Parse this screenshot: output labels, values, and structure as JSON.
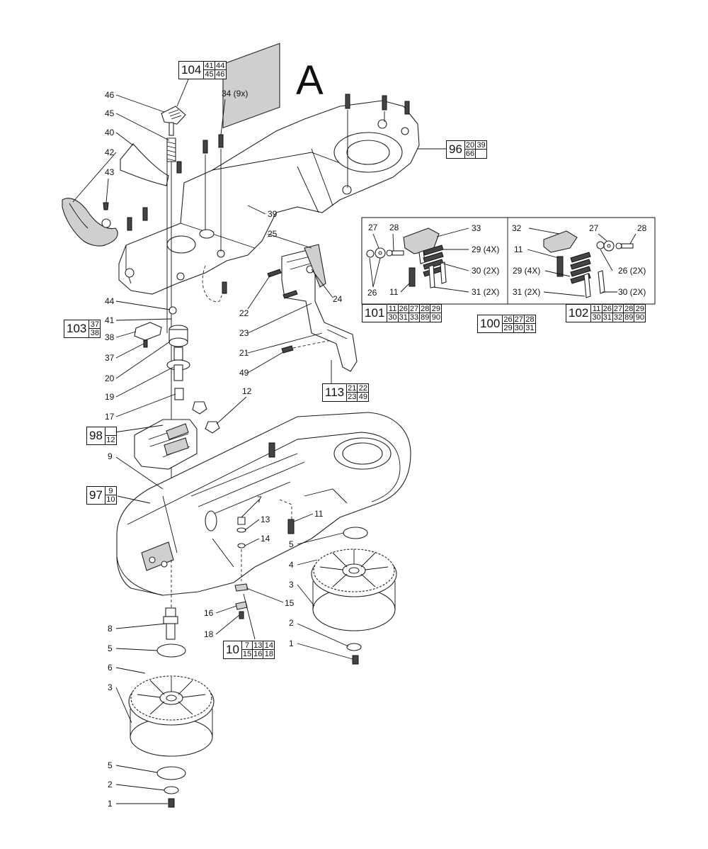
{
  "title": "A",
  "callouts": {
    "c1a": "1",
    "c1b": "1",
    "c2a": "2",
    "c2b": "2",
    "c3a": "3",
    "c3b": "3",
    "c4": "4",
    "c5a": "5",
    "c5b": "5",
    "c5c": "5",
    "c6": "6",
    "c7": "7",
    "c8": "8",
    "c9": "9",
    "c11a": "11",
    "c11b": "11",
    "c11c": "11",
    "c12": "12",
    "c13": "13",
    "c14": "14",
    "c15": "15",
    "c16": "16",
    "c17": "17",
    "c18": "18",
    "c19": "19",
    "c20": "20",
    "c21": "21",
    "c22": "22",
    "c23": "23",
    "c24": "24",
    "c25": "25",
    "c26a": "26",
    "c26b": "26 (2X)",
    "c27a": "27",
    "c27b": "27",
    "c28a": "28",
    "c28b": "28",
    "c29a": "29 (4X)",
    "c29b": "29 (4X)",
    "c30a": "30 (2X)",
    "c30b": "30 (2X)",
    "c31a": "31 (2X)",
    "c31b": "31 (2X)",
    "c32": "32",
    "c33": "33",
    "c34": "34 (9x)",
    "c37": "37",
    "c38": "38",
    "c39": "39",
    "c40": "40",
    "c41": "41",
    "c42": "42",
    "c43": "43",
    "c44": "44",
    "c45": "45",
    "c46": "46",
    "c49": "49"
  },
  "kits": {
    "k104": {
      "main": "104",
      "cells": [
        "41",
        "44",
        "45",
        "46"
      ]
    },
    "k96": {
      "main": "96",
      "cells": [
        "20",
        "39",
        "66",
        ""
      ]
    },
    "k103": {
      "main": "103",
      "cells": [
        "37",
        "38"
      ]
    },
    "k113": {
      "main": "113",
      "cells": [
        "21",
        "22",
        "23",
        "49"
      ]
    },
    "k98": {
      "main": "98",
      "cells": [
        "",
        "12"
      ]
    },
    "k97": {
      "main": "97",
      "cells": [
        "9",
        "10"
      ]
    },
    "k10": {
      "main": "10",
      "cells": [
        "7",
        "13",
        "14",
        "15",
        "16",
        "18"
      ]
    },
    "k101": {
      "main": "101",
      "cells": [
        "11",
        "26",
        "27",
        "28",
        "29",
        "30",
        "31",
        "33",
        "89",
        "90"
      ]
    },
    "k100": {
      "main": "100",
      "cells": [
        "26",
        "27",
        "28",
        "29",
        "30",
        "31"
      ]
    },
    "k102": {
      "main": "102",
      "cells": [
        "11",
        "26",
        "27",
        "28",
        "29",
        "30",
        "31",
        "32",
        "89",
        "90"
      ]
    }
  }
}
